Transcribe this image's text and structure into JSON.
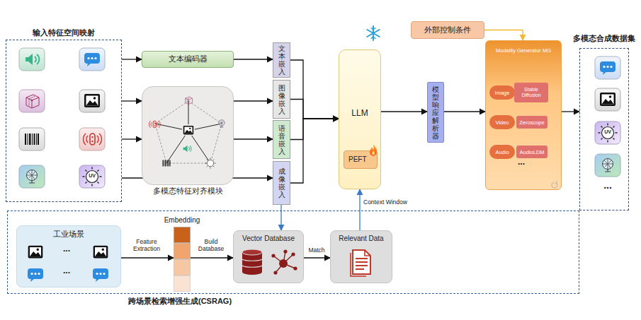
{
  "diagram": {
    "nodes": [
      {
        "text": [
          "输入特征空间映射"
        ]
      },
      {
        "text": [
          "文本编码器"
        ]
      },
      {
        "text": [
          "多模态特征对齐模块"
        ]
      },
      {
        "text": [
          "文本嵌入"
        ]
      },
      {
        "text": [
          "图像嵌入"
        ]
      },
      {
        "text": [
          "语音嵌入"
        ]
      },
      {
        "text": [
          "成像嵌入"
        ]
      },
      {
        "text": [
          "LLM"
        ]
      },
      {
        "text": [
          "PEFT"
        ],
        "in": 7
      },
      {
        "text": [
          "模型响应解析器"
        ]
      },
      {
        "text": [
          "外部控制条件"
        ]
      },
      {
        "text": [
          "Modality Generator MG"
        ]
      },
      {
        "text": [
          "Image"
        ],
        "in": 11
      },
      {
        "text": [
          "Stable Diffusion"
        ],
        "in": 11
      },
      {
        "text": [
          "Video"
        ],
        "in": 11
      },
      {
        "text": [
          "Zeroscope"
        ],
        "in": 11
      },
      {
        "text": [
          "Audio"
        ],
        "in": 11
      },
      {
        "text": [
          "AudioLDM"
        ],
        "in": 11
      },
      {
        "text": [
          "多模态合成数据集"
        ]
      },
      {
        "text": [
          "跨场景检索增强生成(CSRAG)"
        ]
      },
      {
        "text": [
          "工业场景"
        ],
        "in": 19
      },
      {
        "text": [
          "Embedding"
        ],
        "in": 19
      },
      {
        "text": [
          "Vector Database"
        ],
        "in": 19
      },
      {
        "text": [
          "Relevant Data"
        ],
        "in": 19
      }
    ],
    "edges": [
      {
        "from": 0,
        "to": 1,
        "arrow": "to"
      },
      {
        "from": 0,
        "to": 2,
        "arrow": "to"
      },
      {
        "from": 0,
        "to": 2,
        "arrow": "to"
      },
      {
        "from": 0,
        "to": 6,
        "arrow": "to"
      },
      {
        "from": 1,
        "to": 3,
        "arrow": "to"
      },
      {
        "from": 2,
        "to": 4,
        "arrow": "to"
      },
      {
        "from": 2,
        "to": 5,
        "arrow": "to"
      },
      {
        "from": 3,
        "to": 7,
        "arrow": "to"
      },
      {
        "from": 4,
        "to": 7,
        "arrow": "to"
      },
      {
        "from": 5,
        "to": 7,
        "arrow": "to"
      },
      {
        "from": 6,
        "to": 7,
        "arrow": "to"
      },
      {
        "from": 6,
        "to": 22,
        "arrow": "to"
      },
      {
        "from": 20,
        "to": 21,
        "arrow": "to",
        "label": "Feature Extraction"
      },
      {
        "from": 21,
        "to": 22,
        "arrow": "to",
        "label": "Build Database"
      },
      {
        "from": 22,
        "to": 23,
        "arrow": "to",
        "label": "Match"
      },
      {
        "from": 23,
        "to": 7,
        "arrow": "to",
        "label": "Context Window"
      },
      {
        "from": 7,
        "to": 9,
        "arrow": "to"
      },
      {
        "from": 9,
        "to": 11,
        "arrow": "to"
      },
      {
        "from": 10,
        "to": 11,
        "arrow": "to"
      },
      {
        "from": 11,
        "to": 18,
        "arrow": "to"
      }
    ],
    "labels": [
      "UV",
      "...",
      "UV",
      "...",
      "...",
      "..."
    ]
  }
}
